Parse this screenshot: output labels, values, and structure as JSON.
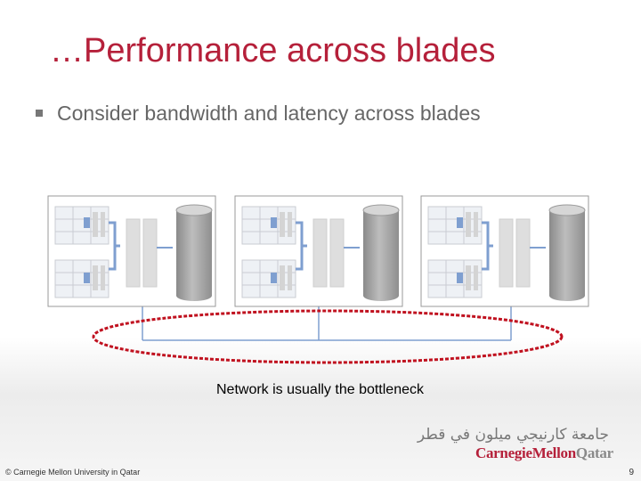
{
  "slide": {
    "title": "…Performance across blades",
    "bullet": "Consider bandwidth and latency across blades",
    "caption": "Network is usually the bottleneck",
    "logo": {
      "arabic": "جامعة كارنيجي ميلون في قطر",
      "english_main": "CarnegieMellon",
      "english_suffix": "Qatar"
    },
    "copyright": "© Carnegie Mellon University in Qatar",
    "page_number": "9"
  },
  "colors": {
    "title": "#b5203a",
    "bullet_text": "#666666",
    "connector": "#7f9fd0",
    "highlight_ellipse": "#c0111f",
    "disk": "#9a9a9a"
  },
  "diagram": {
    "blade_count": 3,
    "servers_per_blade": 2
  }
}
